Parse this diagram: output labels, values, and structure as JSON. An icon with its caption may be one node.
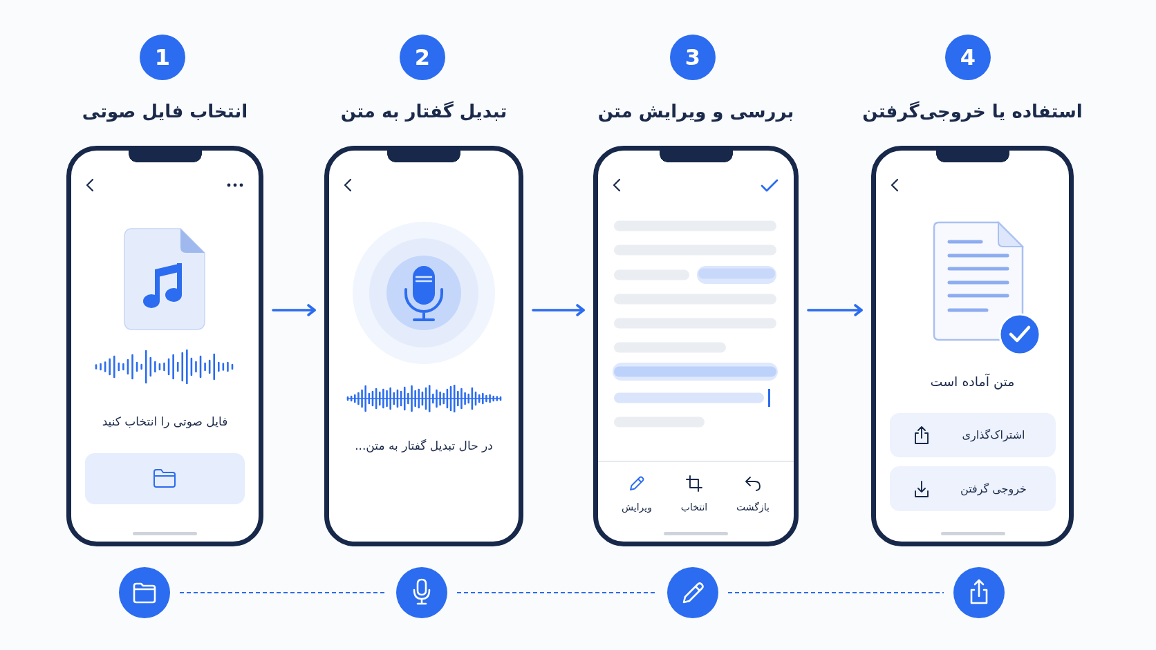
{
  "diagram": {
    "nodes": [
      {
        "text": [
          "1"
        ]
      },
      {
        "text": [
          "انتخاب فایل صوتی",
          "فایل صوتی را انتخاب کنید"
        ]
      },
      {
        "text": [
          "2"
        ]
      },
      {
        "text": [
          "تبدیل گفتار به متن",
          "در حال تبدیل گفتار به متن..."
        ]
      },
      {
        "text": [
          "3"
        ]
      },
      {
        "text": [
          "بررسی و ویرایش متن",
          "بازگشت",
          "انتخاب",
          "ویرایش"
        ]
      },
      {
        "text": [
          "4"
        ]
      },
      {
        "text": [
          "استفاده یا خروجی‌گرفتن",
          "متن آماده است"
        ]
      },
      {
        "text": [
          "اشتراک‌گذاری"
        ],
        "in": 7
      },
      {
        "text": [
          "خروجی گرفتن"
        ],
        "in": 7
      },
      {
        "text": [],
        "shape": "circle"
      },
      {
        "text": [],
        "shape": "circle"
      },
      {
        "text": [],
        "shape": "circle"
      },
      {
        "text": [],
        "shape": "circle"
      }
    ],
    "edges": [
      {
        "from": 1,
        "to": 3,
        "arrow": "to"
      },
      {
        "from": 3,
        "to": 5,
        "arrow": "to"
      },
      {
        "from": 5,
        "to": 7,
        "arrow": "to"
      },
      {
        "from": 10,
        "to": 11,
        "arrow": "none",
        "style": "dashed"
      },
      {
        "from": 11,
        "to": 12,
        "arrow": "none",
        "style": "dashed"
      },
      {
        "from": 12,
        "to": 13,
        "arrow": "none",
        "style": "dashed"
      }
    ]
  }
}
